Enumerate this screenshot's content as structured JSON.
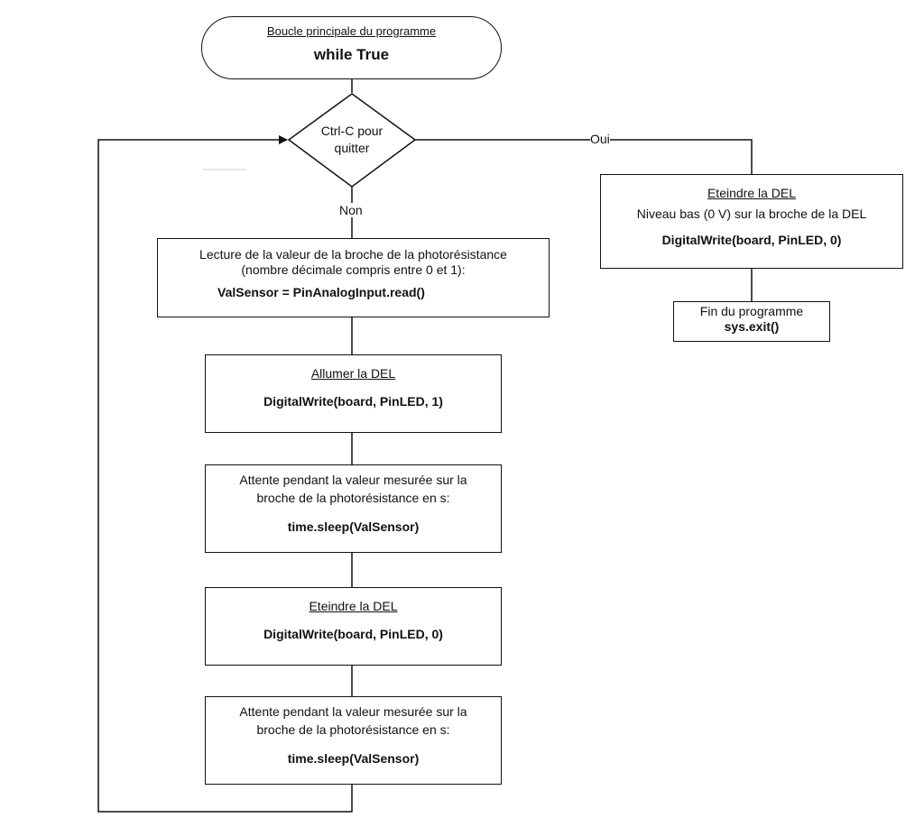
{
  "start": {
    "title": "Boucle principale du programme",
    "code": "while True"
  },
  "decision": {
    "line1": "Ctrl-C pour",
    "line2": "quitter",
    "yes_label": "Oui",
    "no_label": "Non"
  },
  "read_box": {
    "line1": "Lecture de la valeur de la broche de la photorésistance",
    "line2": "(nombre décimale compris entre 0 et 1):",
    "code": "ValSensor = PinAnalogInput.read()"
  },
  "led_on_box": {
    "title": "Allumer la DEL",
    "code": "DigitalWrite(board, PinLED, 1)"
  },
  "wait_box_1": {
    "line1": "Attente pendant la valeur mesurée sur la",
    "line2": "broche de la photorésistance en s:",
    "code": "time.sleep(ValSensor)"
  },
  "led_off_box": {
    "title": "Eteindre la DEL",
    "code": "DigitalWrite(board, PinLED, 0)"
  },
  "wait_box_2": {
    "line1": "Attente pendant la valeur mesurée sur la",
    "line2": "broche de la photorésistance en s:",
    "code": "time.sleep(ValSensor)"
  },
  "exit_led_off_box": {
    "title": "Eteindre la DEL",
    "line1": "Niveau bas (0 V) sur la broche de la DEL",
    "code": "DigitalWrite(board, PinLED, 0)"
  },
  "end_box": {
    "line1": "Fin du programme",
    "code": "sys.exit()"
  }
}
